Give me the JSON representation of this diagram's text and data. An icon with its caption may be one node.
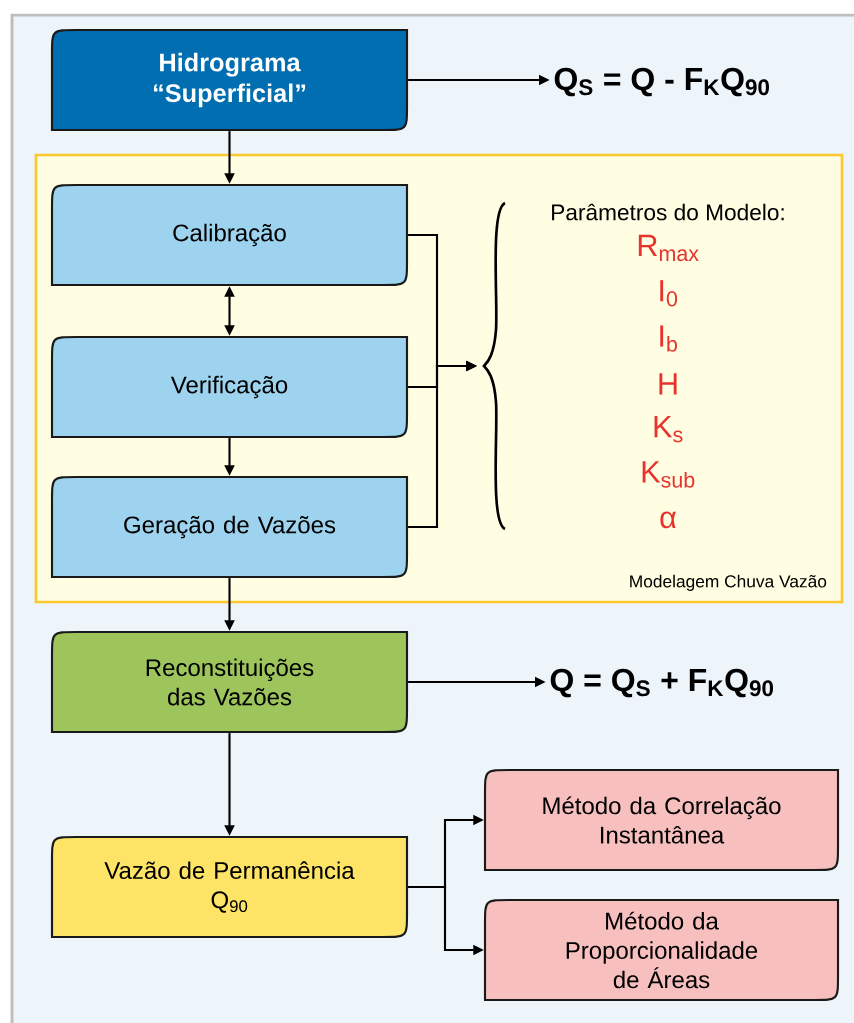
{
  "diagram": {
    "nodes": [
      {
        "text": [
          "Hidrograma “Superficial”"
        ]
      },
      {
        "text": [
          "Q$_{S}$ = Q - F$_{K}$Q$_{90}$"
        ]
      },
      {
        "text": [
          "Modelagem Chuva Vazão"
        ]
      },
      {
        "text": [
          "Calibração"
        ],
        "in": 2
      },
      {
        "text": [
          "Verificação"
        ],
        "in": 2
      },
      {
        "text": [
          "Geração de Vazões"
        ],
        "in": 2
      },
      {
        "text": [
          "Parâmetros do Modelo:",
          "R$_{max}$",
          "I$_{0}$",
          "I$_{b}$",
          "H",
          "K$_{s}$",
          "K$_{sub}$",
          "α"
        ],
        "in": 2
      },
      {
        "text": [
          "Reconstituições das Vazões"
        ]
      },
      {
        "text": [
          "Q = Q$_{S}$ + F$_{K}$Q$_{90}$"
        ]
      },
      {
        "text": [
          "Vazão de Permanência",
          "Q$_{90}$"
        ]
      },
      {
        "text": [
          "Método da Correlação Instantânea"
        ]
      },
      {
        "text": [
          "Método da Proporcionalidade de Áreas"
        ]
      }
    ],
    "edges": [
      {
        "from": 0,
        "to": 1,
        "arrow": "to"
      },
      {
        "from": 0,
        "to": 3,
        "arrow": "to"
      },
      {
        "from": 3,
        "to": 4,
        "arrow": "both"
      },
      {
        "from": 4,
        "to": 5,
        "arrow": "to"
      },
      {
        "from": 3,
        "to": 6,
        "arrow": "to"
      },
      {
        "from": 4,
        "to": 6,
        "arrow": "to"
      },
      {
        "from": 5,
        "to": 6,
        "arrow": "to"
      },
      {
        "from": 5,
        "to": 7,
        "arrow": "to"
      },
      {
        "from": 7,
        "to": 8,
        "arrow": "to"
      },
      {
        "from": 7,
        "to": 9,
        "arrow": "to"
      },
      {
        "from": 9,
        "to": 10,
        "arrow": "to"
      },
      {
        "from": 9,
        "to": 11,
        "arrow": "to"
      }
    ]
  }
}
